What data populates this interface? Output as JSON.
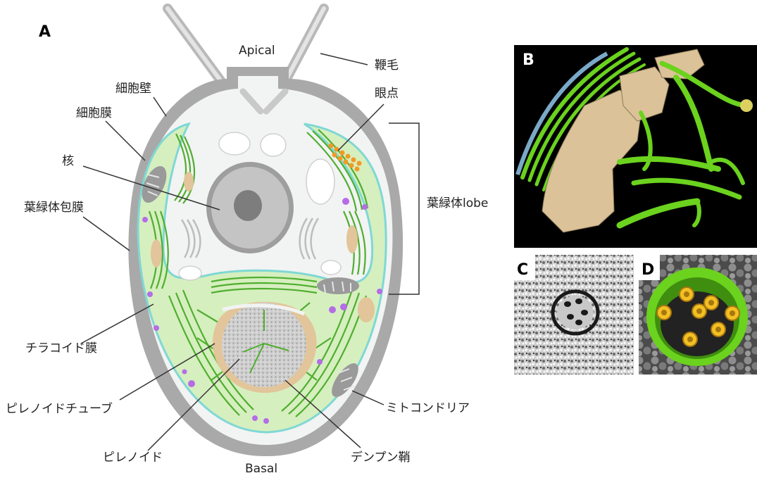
{
  "panels": {
    "a": "A",
    "b": "B",
    "c": "C",
    "d": "D"
  },
  "labels": {
    "apical": "Apical",
    "basal": "Basal",
    "flagella": "鞭毛",
    "eyespot": "眼点",
    "cell_wall": "細胞壁",
    "cell_membrane": "細胞膜",
    "nucleus": "核",
    "chloroplast_envelope": "葉緑体包膜",
    "chloroplast_lobe": "葉緑体lobe",
    "thylakoid_membrane": "チラコイド膜",
    "pyrenoid_tubule": "ピレノイドチューブ",
    "pyrenoid": "ピレノイド",
    "starch_sheath": "デンプン鞘",
    "mitochondria": "ミトコンドリア"
  },
  "colors": {
    "cell_wall": "#a9a9a9",
    "cytoplasm": "#f2f3f3",
    "chloroplast_fill": "#d6efbf",
    "chloroplast_edge": "#7fd8d4",
    "thylakoid": "#4fae2f",
    "starch": "#e2c59a",
    "pyrenoid": "#c9c9c9",
    "eyespot": "#f39a24",
    "vesicle": "#b56de6",
    "tomogram_green": "#6bd21e",
    "tomogram_tan": "#dcc298",
    "tubule_yellow": "#f2c023"
  }
}
